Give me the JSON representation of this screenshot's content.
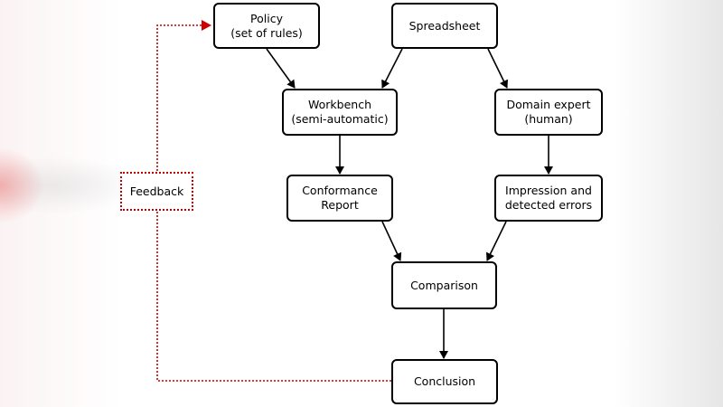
{
  "diagram": {
    "nodes": {
      "policy": "Policy\n(set of rules)",
      "spreadsheet": "Spreadsheet",
      "workbench": "Workbench\n(semi-automatic)",
      "domain_expert": "Domain expert\n(human)",
      "conformance_report": "Conformance\nReport",
      "impression": "Impression and\ndetected errors",
      "comparison": "Comparison",
      "conclusion": "Conclusion",
      "feedback": "Feedback"
    },
    "edges": [
      {
        "from": "policy",
        "to": "workbench"
      },
      {
        "from": "spreadsheet",
        "to": "workbench"
      },
      {
        "from": "spreadsheet",
        "to": "domain_expert"
      },
      {
        "from": "workbench",
        "to": "conformance_report"
      },
      {
        "from": "domain_expert",
        "to": "impression"
      },
      {
        "from": "conformance_report",
        "to": "comparison"
      },
      {
        "from": "impression",
        "to": "comparison"
      },
      {
        "from": "comparison",
        "to": "conclusion"
      },
      {
        "from": "conclusion",
        "to": "policy",
        "via": "feedback",
        "style": "dotted"
      }
    ],
    "colors": {
      "line": "#000000",
      "feedback": "#c00000"
    }
  }
}
